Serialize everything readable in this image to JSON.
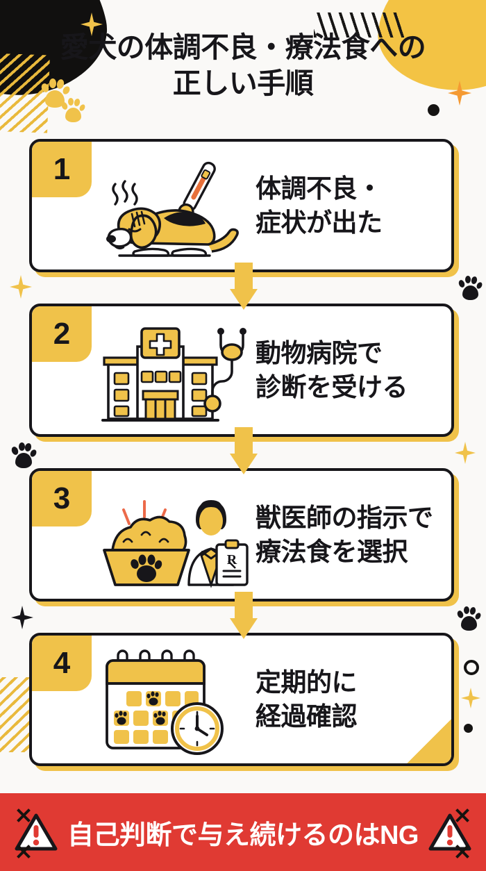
{
  "header": {
    "title_line1": "愛犬の体調不良・療法食への",
    "title_line2": "正しい手順"
  },
  "steps": [
    {
      "number": "1",
      "icon": "sick-dog-thermometer-icon",
      "text_line1": "体調不良・",
      "text_line2": "症状が出た"
    },
    {
      "number": "2",
      "icon": "animal-hospital-stethoscope-icon",
      "text_line1": "動物病院で",
      "text_line2": "診断を受ける"
    },
    {
      "number": "3",
      "icon": "food-bowl-veterinarian-icon",
      "text_line1": "獣医師の指示で",
      "text_line2": "療法食を選択"
    },
    {
      "number": "4",
      "icon": "calendar-clock-icon",
      "text_line1": "定期的に",
      "text_line2": "経過確認"
    }
  ],
  "banner": {
    "text": "自己判断で与え続けるのはNG",
    "left_icon": "warning-triangle-icon",
    "right_icon": "warning-triangle-icon",
    "mark_icon": "x-mark-icon"
  },
  "colors": {
    "gold": "#f0c24a",
    "gold_deep": "#e9b93c",
    "ink": "#17161a",
    "background": "#faf9f7",
    "banner_red": "#e03a33",
    "accent_orange": "#f59a32",
    "white": "#ffffff"
  },
  "decorations": {
    "blob_top_left": "black-blob-shape",
    "blob_top_right": "gold-blob-shape",
    "stripes": "diagonal-stripes-shape",
    "dashes": "diagonal-dashes-shape",
    "stars": "sparkle-star-shape",
    "paws": "paw-print-shape",
    "dot": "solid-dot-shape",
    "ring": "outline-ring-shape"
  }
}
